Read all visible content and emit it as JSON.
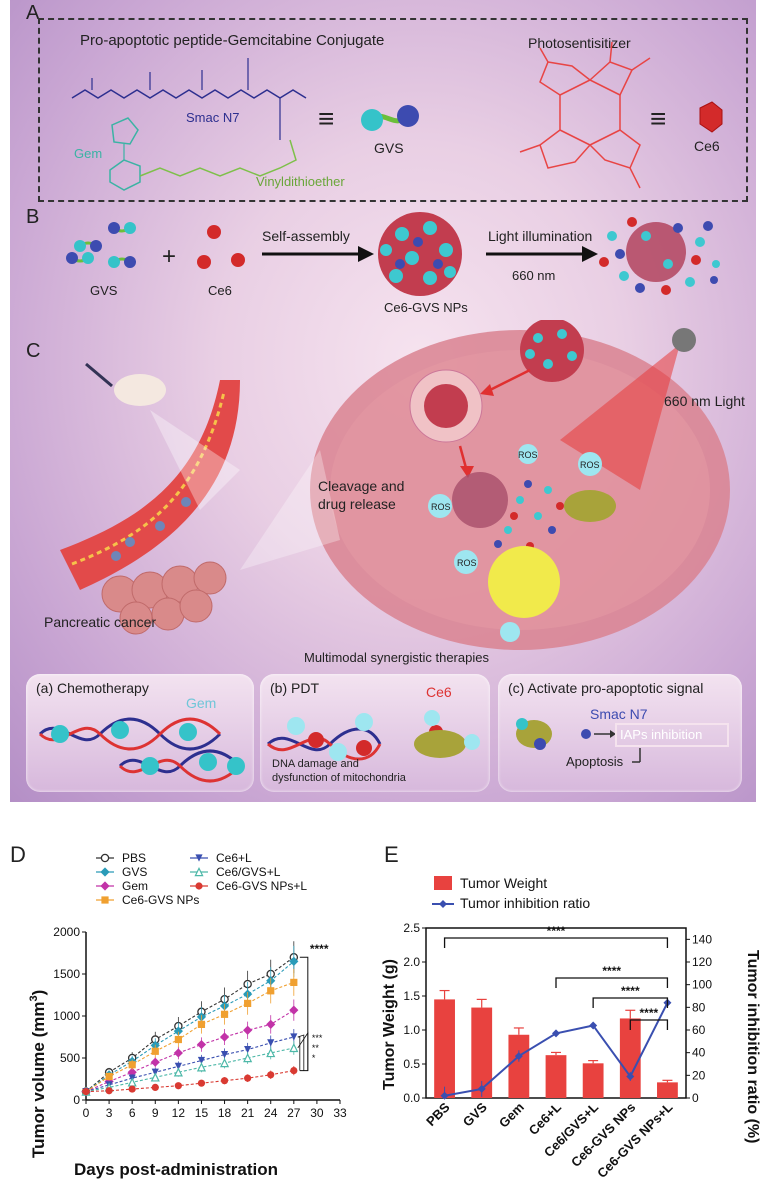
{
  "panelA": {
    "label": "A",
    "conjugate_title": "Pro-apoptotic peptide-Gemcitabine Conjugate",
    "smac": "Smac N7",
    "gem": "Gem",
    "linker": "Vinyldithioether",
    "gvs": "GVS",
    "photosensitizer_title": "Photosentisitizer",
    "ce6": "Ce6",
    "equiv": "≡"
  },
  "panelB": {
    "label": "B",
    "gvs": "GVS",
    "plus": "+",
    "ce6": "Ce6",
    "self_assembly": "Self-assembly",
    "np": "Ce6-GVS NPs",
    "light": "Light illumination",
    "wavelength": "660  nm"
  },
  "panelC": {
    "label": "C",
    "light": "660 nm Light",
    "cleavage": "Cleavage and",
    "drug_release": "drug release",
    "ros": "ROS",
    "cancer": "Pancreatic cancer",
    "multimodal": "Multimodal synergistic therapies",
    "chemo": "(a) Chemotherapy",
    "chemo_gem": "Gem",
    "pdt": "(b) PDT",
    "pdt_ce6": "Ce6",
    "dna1": "DNA damage and",
    "dna2": "dysfunction of mitochondria",
    "activate": "(c) Activate pro-apoptotic signal",
    "smac": "Smac N7",
    "iaps": "IAPs inhibition",
    "apoptosis": "Apoptosis"
  },
  "panelD": {
    "label": "D",
    "xlabel": "Days post-administration",
    "ylabel_main": "Tumor volume (mm",
    "ylabel_sup": "3",
    "ylabel_close": ")",
    "sig_main": "****",
    "sig_stack": [
      "***",
      "**",
      "*"
    ]
  },
  "panelE": {
    "label": "E",
    "ylabel_left": "Tumor Weight (g)",
    "ylabel_right": "Tumor inhibition ratio (%)",
    "sig": "****"
  },
  "colors": {
    "bar": "#e8423f",
    "inhibition_line": "#3a4fb0"
  },
  "chart_data": [
    {
      "type": "line",
      "xlabel": "Days post-administration",
      "ylabel": "Tumor volume (mm3)",
      "xlim": [
        0,
        33
      ],
      "ylim": [
        0,
        2000
      ],
      "xticks": [
        0,
        3,
        6,
        9,
        12,
        15,
        18,
        21,
        24,
        27,
        30,
        33
      ],
      "yticks": [
        0,
        500,
        1000,
        1500,
        2000
      ],
      "x": [
        0,
        3,
        6,
        9,
        12,
        15,
        18,
        21,
        24,
        27
      ],
      "legend": "top-left",
      "series": [
        {
          "name": "PBS",
          "color": "#333333",
          "marker": "circle-open",
          "values": [
            100,
            330,
            500,
            720,
            880,
            1050,
            1200,
            1380,
            1500,
            1700
          ]
        },
        {
          "name": "GVS",
          "color": "#2a9bb8",
          "marker": "diamond",
          "values": [
            100,
            300,
            460,
            650,
            820,
            990,
            1120,
            1260,
            1420,
            1650
          ]
        },
        {
          "name": "Gem",
          "color": "#c233a8",
          "marker": "diamond",
          "values": [
            100,
            220,
            330,
            450,
            560,
            660,
            750,
            830,
            900,
            1070
          ]
        },
        {
          "name": "Ce6-GVS NPs",
          "color": "#f0a030",
          "marker": "square",
          "values": [
            100,
            280,
            420,
            580,
            720,
            900,
            1020,
            1150,
            1300,
            1400
          ]
        },
        {
          "name": "Ce6+L",
          "color": "#3a4fb0",
          "marker": "triangle-down",
          "values": [
            100,
            180,
            260,
            330,
            400,
            470,
            540,
            600,
            680,
            750
          ]
        },
        {
          "name": "Ce6/GVS+L",
          "color": "#4db8a8",
          "marker": "triangle-open",
          "values": [
            100,
            150,
            210,
            270,
            330,
            390,
            440,
            500,
            560,
            620
          ]
        },
        {
          "name": "Ce6-GVS NPs+L",
          "color": "#d93a32",
          "marker": "circle",
          "values": [
            100,
            110,
            130,
            150,
            170,
            200,
            230,
            260,
            300,
            350
          ]
        }
      ]
    },
    {
      "type": "bar",
      "categories": [
        "PBS",
        "GVS",
        "Gem",
        "Ce6+L",
        "Ce6/GVS+L",
        "Ce6-GVS NPs",
        "Ce6-GVS NPs+L"
      ],
      "ylim_left": [
        0,
        2.5
      ],
      "yticks_left": [
        0,
        0.5,
        1.0,
        1.5,
        2.0,
        2.5
      ],
      "ylim_right": [
        0,
        150
      ],
      "yticks_right": [
        0,
        20,
        40,
        60,
        80,
        100,
        120,
        140
      ],
      "legend": "top",
      "series": [
        {
          "name": "Tumor Weight",
          "axis": "left",
          "type": "bar",
          "values": [
            1.45,
            1.33,
            0.93,
            0.63,
            0.51,
            1.17,
            0.23
          ],
          "errors": [
            0.13,
            0.12,
            0.1,
            0.04,
            0.04,
            0.12,
            0.03
          ]
        },
        {
          "name": "Tumor inhibition ratio",
          "axis": "right",
          "type": "line",
          "values": [
            2,
            8,
            37,
            57,
            64,
            19,
            84
          ],
          "errors": [
            8,
            7,
            5,
            3,
            3,
            4,
            2
          ]
        }
      ],
      "significance": [
        {
          "from": "PBS",
          "to": "Ce6-GVS NPs+L",
          "label": "****"
        },
        {
          "from": "Ce6+L",
          "to": "Ce6-GVS NPs+L",
          "label": "****"
        },
        {
          "from": "Ce6/GVS+L",
          "to": "Ce6-GVS NPs+L",
          "label": "****"
        },
        {
          "from": "Ce6-GVS NPs",
          "to": "Ce6-GVS NPs+L",
          "label": "****"
        }
      ]
    }
  ]
}
